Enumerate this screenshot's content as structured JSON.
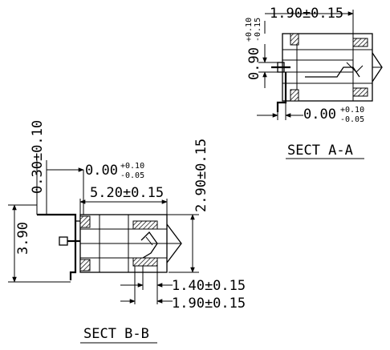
{
  "section_a": {
    "title": "SECT A-A",
    "dim_top": "1.90±0.15",
    "dim_left_base": "0.90",
    "dim_left_tol_plus": "+0.10",
    "dim_left_tol_minus": "-0.15",
    "dim_bottom_base": "0.00",
    "dim_bottom_tol_plus": "+0.10",
    "dim_bottom_tol_minus": "-0.05"
  },
  "section_b": {
    "title": "SECT B-B",
    "dim_offset_top": "0.30±0.10",
    "dim_flat_base": "0.00",
    "dim_flat_tol_plus": "+0.10",
    "dim_flat_tol_minus": "-0.05",
    "dim_width": "5.20±0.15",
    "dim_height_right": "2.90±0.15",
    "dim_height_left": "3.90",
    "dim_bottom_small": "1.40±0.15",
    "dim_bottom_large": "1.90±0.15"
  }
}
